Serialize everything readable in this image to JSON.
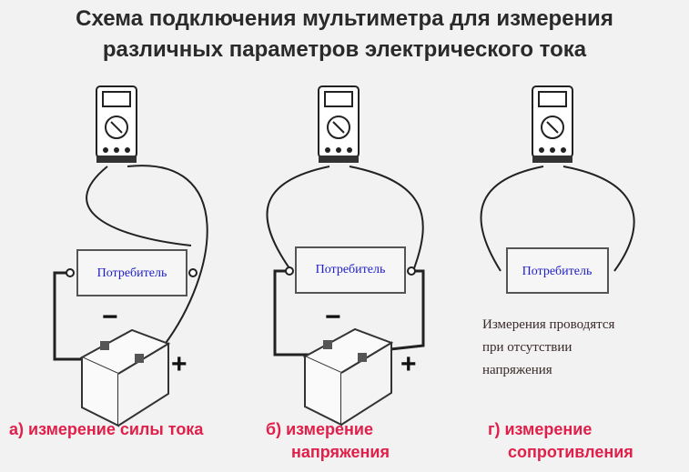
{
  "title": {
    "line1": "Схема подключения мультиметра для измерения",
    "line2": "различных параметров электрического тока"
  },
  "consumer_label": "Потребитель",
  "polarity": {
    "minus": "−",
    "plus": "+"
  },
  "diagrams": [
    {
      "label_line1": "а) измерение силы тока",
      "label_line2": ""
    },
    {
      "label_line1": "б) измерение",
      "label_line2": "напряжения"
    },
    {
      "label_line1": "г) измерение",
      "label_line2": "сопротивления"
    }
  ],
  "note": {
    "line1": "Измерения проводятся",
    "line2": "при отсутствии",
    "line3": "напряжения"
  },
  "colors": {
    "label": "#e0204a",
    "consumer_text": "#2020c8"
  }
}
